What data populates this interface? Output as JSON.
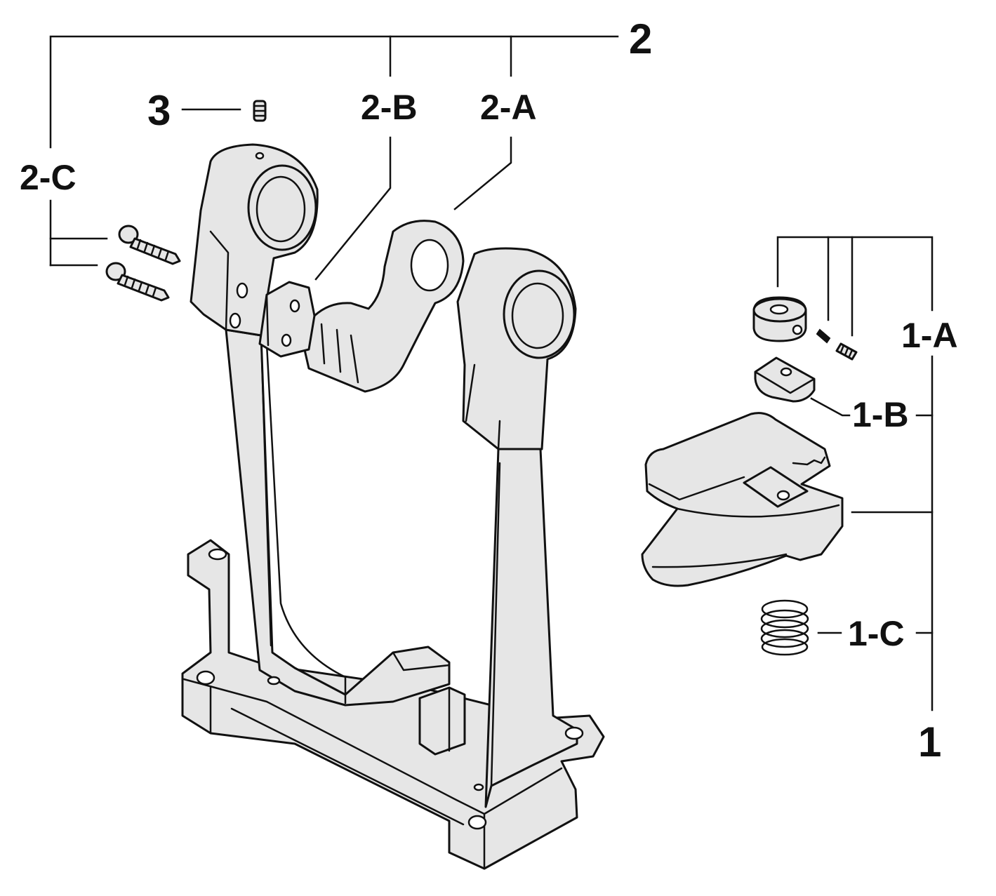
{
  "callouts": {
    "assembly_2": "2",
    "part_2a": "2-A",
    "part_2b": "2-B",
    "part_2c": "2-C",
    "part_3": "3",
    "assembly_1": "1",
    "part_1a": "1-A",
    "part_1b": "1-B",
    "part_1c": "1-C"
  },
  "colors": {
    "part_fill": "#e6e6e6",
    "outline": "#111111",
    "background": "#ffffff"
  }
}
